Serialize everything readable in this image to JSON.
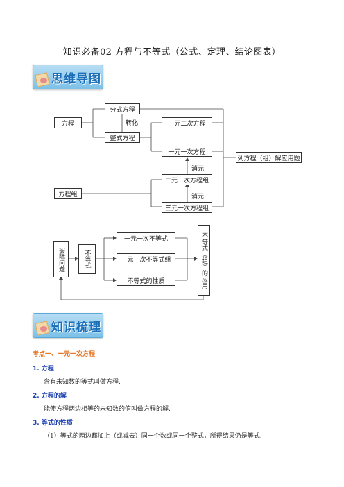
{
  "document": {
    "title": "知识必备02 方程与不等式（公式、定理、结论图表）"
  },
  "banners": {
    "mindmap": "思维导图",
    "knowledge": "知识梳理"
  },
  "diagram1": {
    "fangcheng": "方程",
    "fenshi": "分式方程",
    "zhuanhua": "转化",
    "zhengshi": "整式方程",
    "yiyuan_erci": "一元二次方程",
    "yiyuan_yici": "一元一次方程",
    "xiaoyuan1": "消元",
    "eryuan": "二元一次方程组",
    "xiaoyuan2": "消元",
    "sanyuan": "三元一次方程组",
    "fangchengzu": "方程组",
    "application": "列方程（组）解应用题"
  },
  "diagram2": {
    "shiji": "实际问题",
    "budengshi": "不等式",
    "yiyuan_bdengshi": "一元一次不等式",
    "yiyuan_bdengshizu": "一元一次不等式组",
    "xingzhi": "不等式的性质",
    "yingyong": "不等式（组）的应用"
  },
  "section": {
    "heading": "考点一、一元一次方程",
    "items": [
      {
        "head": "1. 方程",
        "text": "含有未知数的等式叫做方程."
      },
      {
        "head": "2. 方程的解",
        "text": "能使方程两边相等的未知数的值叫做方程的解."
      },
      {
        "head": "3. 等式的性质",
        "text": "（1）等式的两边都加上（或减去）同一个数或同一个整式，所得结果仍是等式."
      }
    ]
  }
}
